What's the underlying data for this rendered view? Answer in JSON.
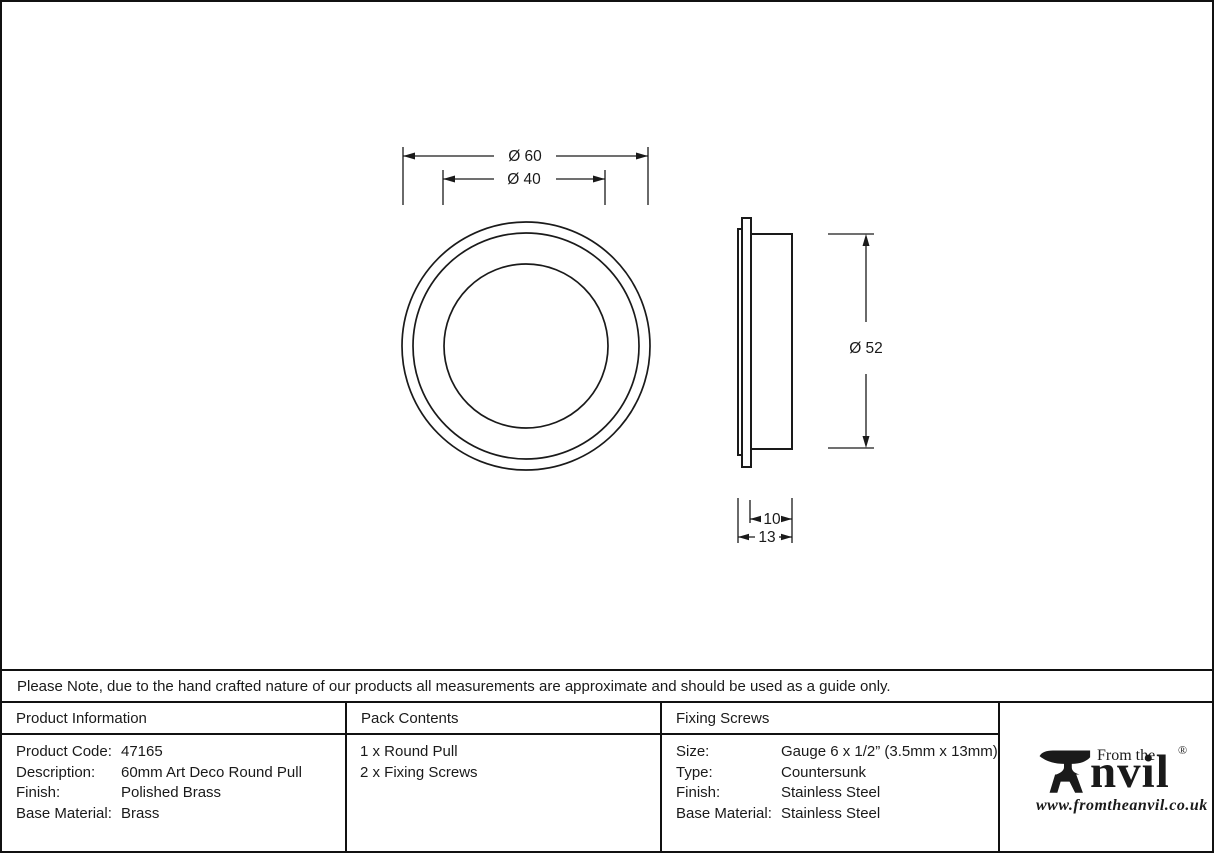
{
  "drawing": {
    "front_view": {
      "dim_outer_diameter": "Ø 60",
      "dim_inner_diameter": "Ø 40"
    },
    "side_view": {
      "dim_height": "Ø 52",
      "dim_inset_depth": "10",
      "dim_total_depth": "13"
    }
  },
  "note": {
    "text": "Please Note, due to the hand crafted nature of our products all measurements are approximate and should be used as a guide only."
  },
  "table": {
    "columns": [
      {
        "header": "Product Information",
        "rows": [
          {
            "label": "Product Code:",
            "value": "47165"
          },
          {
            "label": "Description:",
            "value": "60mm Art Deco Round Pull"
          },
          {
            "label": "Finish:",
            "value": "Polished Brass"
          },
          {
            "label": "Base Material:",
            "value": "Brass"
          }
        ]
      },
      {
        "header": "Pack Contents",
        "items": [
          "1 x Round Pull",
          "2 x Fixing Screws"
        ]
      },
      {
        "header": "Fixing Screws",
        "rows": [
          {
            "label": "Size:",
            "value": "Gauge 6 x 1/2” (3.5mm x 13mm)"
          },
          {
            "label": "Type:",
            "value": "Countersunk"
          },
          {
            "label": "Finish:",
            "value": "Stainless Steel"
          },
          {
            "label": "Base Material:",
            "value": "Stainless Steel"
          }
        ]
      }
    ]
  },
  "brand": {
    "from_the": "From the",
    "wordmark_rest": "nvil",
    "registered": "®",
    "url": "www.fromtheanvil.co.uk"
  },
  "colors": {
    "ink": "#1a1a1a",
    "background": "#ffffff"
  }
}
